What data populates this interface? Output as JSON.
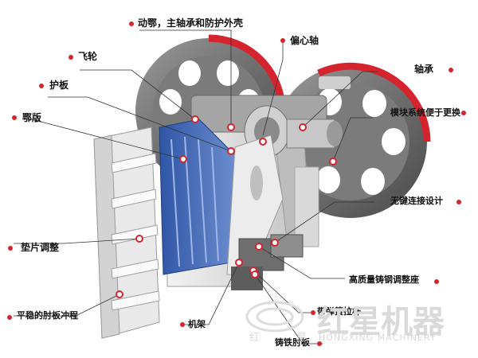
{
  "labels": {
    "movable_jaw": "动鄂，主轴承和防护外壳",
    "flywheel": "飞轮",
    "eccentric_shaft": "偏心轴",
    "guard_plate": "护板",
    "bearing": "轴承",
    "jaw_plate": "鄂版",
    "modular_system": "模块系统便于更换",
    "keyless_design": "无键连接设计",
    "shim_adjust": "垫片调整",
    "cast_steel_seat": "高质量铸钢调整座",
    "toggle_plate_stable": "平稳的肘板冲程",
    "tension_rod": "带弹簧拉杆",
    "frame": "机架",
    "cast_iron_toggle": "铸铁肘板"
  },
  "watermark": {
    "brand_cn": "红星机器",
    "brand_en": "HONGXING MACHINERY",
    "small_left": "红",
    "small_right": "星"
  },
  "colors": {
    "accent_red": "#d6242f",
    "jaw_blue": "#3f66b6",
    "metal_gray": "#8c8c8c"
  }
}
